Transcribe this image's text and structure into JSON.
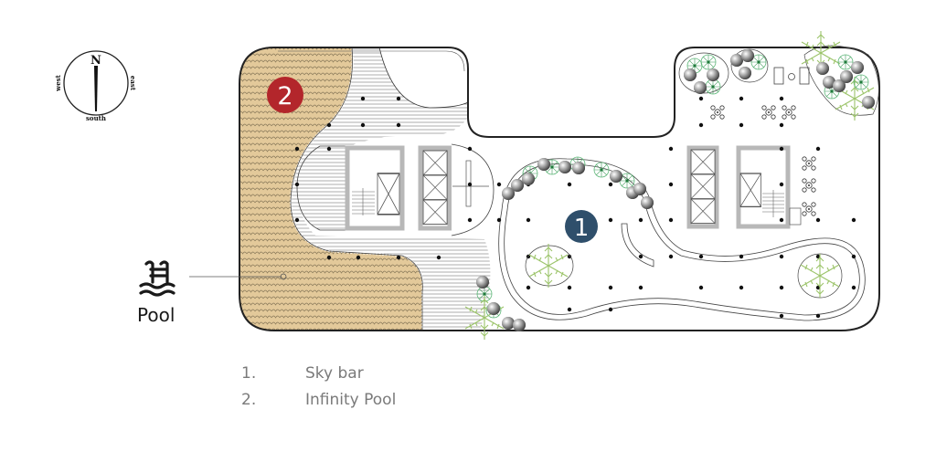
{
  "compass": {
    "north": "N",
    "south": "south",
    "east": "east",
    "west": "west"
  },
  "pool_callout": {
    "label": "Pool",
    "icon": "swimming-pool-icon"
  },
  "markers": [
    {
      "number": "1",
      "color": "#2f4f6b",
      "area": "Sky bar"
    },
    {
      "number": "2",
      "color": "#b3262b",
      "area": "Infinity Pool"
    }
  ],
  "legend": {
    "items": [
      {
        "num": "1.",
        "label": "Sky bar"
      },
      {
        "num": "2.",
        "label": "Infinity Pool"
      }
    ]
  },
  "colors": {
    "pool_fill": "#e3c99a",
    "outline": "#222222",
    "core_gray": "#b8b8b8",
    "plant_green": "#6fbf6f",
    "palm_green": "#a8cc78",
    "legend_text": "#7a7a7a"
  }
}
